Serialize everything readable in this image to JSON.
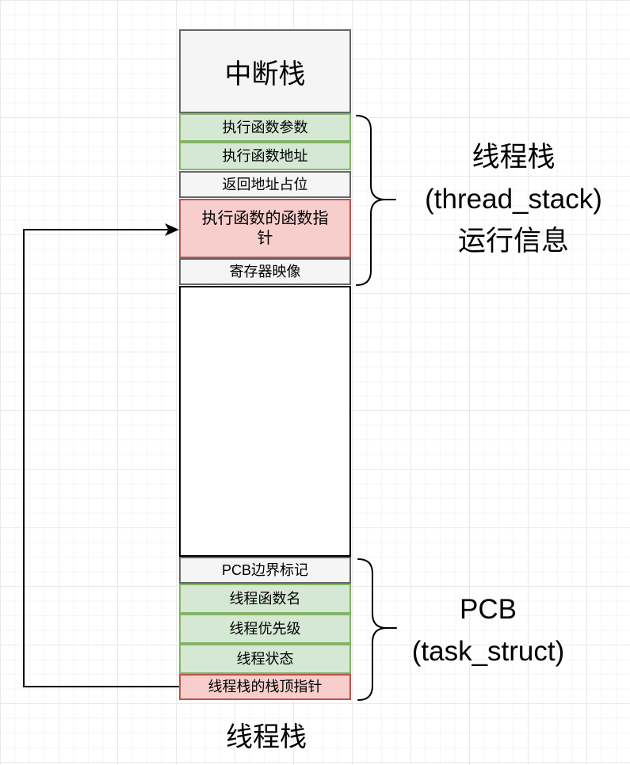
{
  "diagram": {
    "title_box": {
      "label": "中断栈"
    },
    "stack": {
      "rows": [
        {
          "label": "执行函数参数",
          "type": "green"
        },
        {
          "label": "执行函数地址",
          "type": "green"
        },
        {
          "label": "返回地址占位",
          "type": "gray"
        },
        {
          "label": "执行函数的函数指针",
          "type": "red"
        },
        {
          "label": "寄存器映像",
          "type": "gray"
        },
        {
          "label": "PCB边界标记",
          "type": "gray"
        },
        {
          "label": "线程函数名",
          "type": "green"
        },
        {
          "label": "线程优先级",
          "type": "green"
        },
        {
          "label": "线程状态",
          "type": "green"
        },
        {
          "label": "线程栈的栈顶指针",
          "type": "red"
        }
      ]
    },
    "annotations": {
      "thread_stack": {
        "line1": "线程栈",
        "line2": "(thread_stack)",
        "line3": "运行信息"
      },
      "pcb": {
        "line1": "PCB",
        "line2": "(task_struct)"
      },
      "bottom_caption": "线程栈"
    },
    "colors": {
      "green_fill": "#d5e8d4",
      "green_border": "#82b366",
      "red_fill": "#f8cecc",
      "red_border": "#b85450",
      "gray_fill": "#f5f5f5",
      "gray_border": "#666666",
      "empty_box_border": "#000000",
      "connector": "#000000",
      "text": "#000000"
    }
  }
}
